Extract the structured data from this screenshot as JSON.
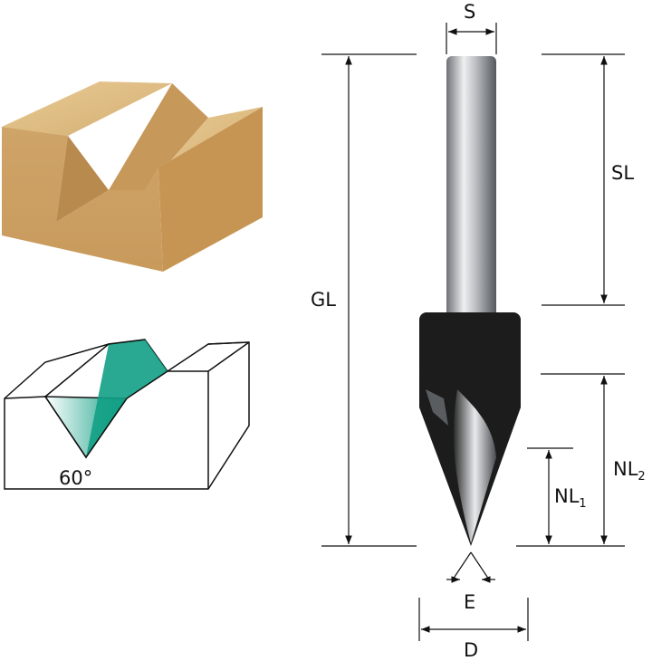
{
  "labels": {
    "s": "S",
    "sl": "SL",
    "gl": "GL",
    "nl1": "NL",
    "nl1_sub": "1",
    "nl2": "NL",
    "nl2_sub": "2",
    "e": "E",
    "d": "D",
    "angle": "60°"
  },
  "colors": {
    "wood": "#d9b47a",
    "cutter_body": "#1c1c1c",
    "accent": "#1aa68a"
  }
}
